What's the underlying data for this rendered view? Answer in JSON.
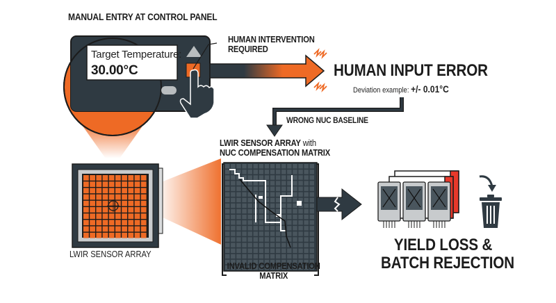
{
  "colors": {
    "accent_orange": "#ee6a25",
    "dark_slate": "#2f3a42",
    "reject_red": "#e8392b",
    "text": "#1c1c1c"
  },
  "control_panel": {
    "title": "MANUAL ENTRY AT CONTROL PANEL",
    "screen_label": "Target Temperature:",
    "screen_value": "30.00°C",
    "callout": [
      "HUMAN INTERVENTION",
      "REQUIRED"
    ]
  },
  "error": {
    "title": "HUMAN INPUT ERROR",
    "deviation_label": "Deviation example:",
    "deviation_value": "+/- 0.01°C"
  },
  "baseline_arrow": {
    "label": "WRONG NUC BASELINE"
  },
  "sensor": {
    "label": "LWIR SENSOR ARRAY"
  },
  "matrix": {
    "title_line1_bold": "LWIR SENSOR ARRAY",
    "title_line1_rest": " with",
    "title_line2": "NUC COMPENSATION MATRIX",
    "caption": [
      "INVALID COMPENSATION",
      "MATRIX"
    ]
  },
  "outcome": {
    "title": [
      "YIELD LOSS &",
      "BATCH REJECTION"
    ]
  },
  "icons": [
    "hand-pointer-icon",
    "spark-icon",
    "trash-icon",
    "curved-arrow-icon",
    "rejected-chip-icon"
  ]
}
